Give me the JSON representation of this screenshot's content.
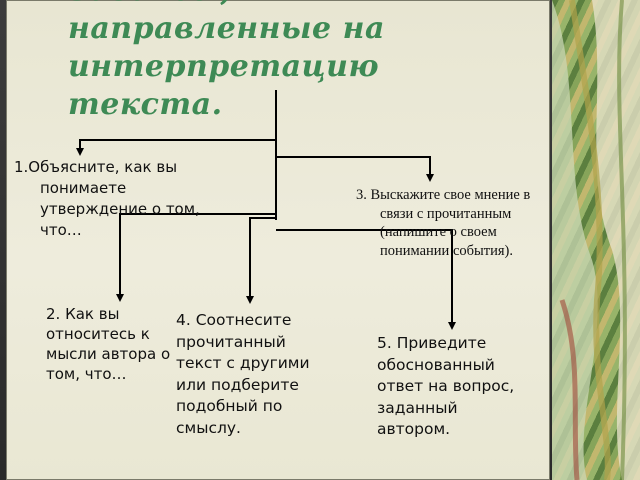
{
  "title": "Задания, направленные на интерпретацию текста.",
  "tasks": {
    "t1": "1.Объясните, как вы понимаете утверждение о том, что…",
    "t2": "2. Как вы относитесь к мысли автора о том, что…",
    "t3": "3. Выскажите свое мнение в связи с прочитанным (напишите о своем понимании события).",
    "t4": "4. Соотнесите прочитанный текст с другими или подберите подобный по смыслу.",
    "t5": "5. Приведите обоснованный ответ на вопрос, заданный автором."
  },
  "colors": {
    "title": "#3e8a55",
    "lines": "#000000",
    "background": "#ecead8",
    "frame": "#333333"
  }
}
